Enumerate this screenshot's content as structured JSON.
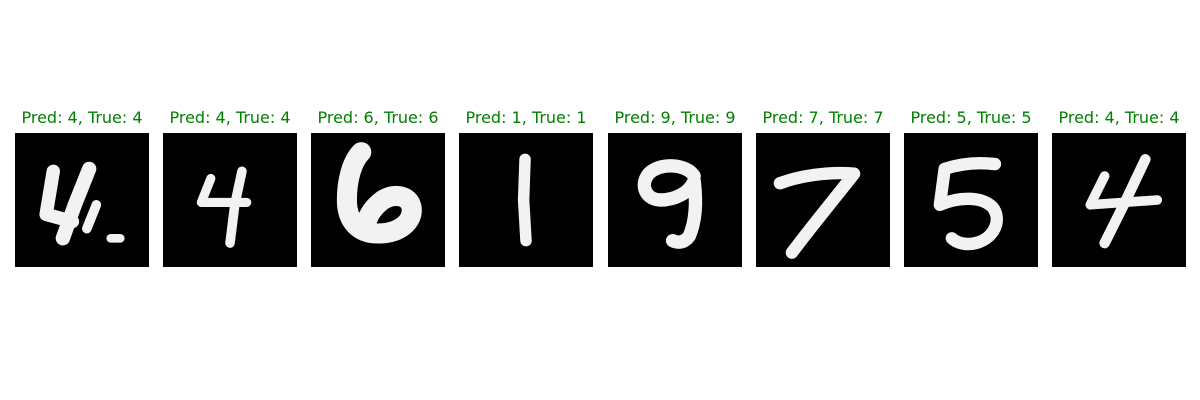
{
  "colors": {
    "title_color": "#008000",
    "image_background": "#000000",
    "stroke_color": "#f2f2f2",
    "page_background": "#ffffff"
  },
  "samples": [
    {
      "title": "Pred: 4, True: 4",
      "pred": 4,
      "true": 4,
      "digit_glyph": "handwritten-4-open"
    },
    {
      "title": "Pred: 4, True: 4",
      "pred": 4,
      "true": 4,
      "digit_glyph": "handwritten-4-thin"
    },
    {
      "title": "Pred: 6, True: 6",
      "pred": 6,
      "true": 6,
      "digit_glyph": "handwritten-6-bold"
    },
    {
      "title": "Pred: 1, True: 1",
      "pred": 1,
      "true": 1,
      "digit_glyph": "handwritten-1"
    },
    {
      "title": "Pred: 9, True: 9",
      "pred": 9,
      "true": 9,
      "digit_glyph": "handwritten-9"
    },
    {
      "title": "Pred: 7, True: 7",
      "pred": 7,
      "true": 7,
      "digit_glyph": "handwritten-7"
    },
    {
      "title": "Pred: 5, True: 5",
      "pred": 5,
      "true": 5,
      "digit_glyph": "handwritten-5"
    },
    {
      "title": "Pred: 4, True: 4",
      "pred": 4,
      "true": 4,
      "digit_glyph": "handwritten-4-slanted"
    }
  ]
}
